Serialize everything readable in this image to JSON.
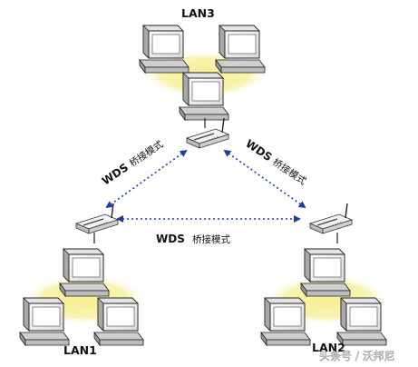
{
  "labels": {
    "lan3": "LAN3",
    "lan1": "LAN1",
    "lan2": "LAN2"
  },
  "links": {
    "left": {
      "protocol": "WDS",
      "mode": "桥接模式"
    },
    "right": {
      "protocol": "WDS",
      "mode": "桥接模式"
    },
    "bottom": {
      "protocol": "WDS",
      "mode": "桥接模式"
    }
  },
  "watermark": "头条号 / 沃邦尼",
  "colors": {
    "glow": "#f3ea7c",
    "computer": "#eeeeee",
    "router": "#dcdcdc",
    "arrow": "#1f3e9c",
    "text": "#111111"
  }
}
